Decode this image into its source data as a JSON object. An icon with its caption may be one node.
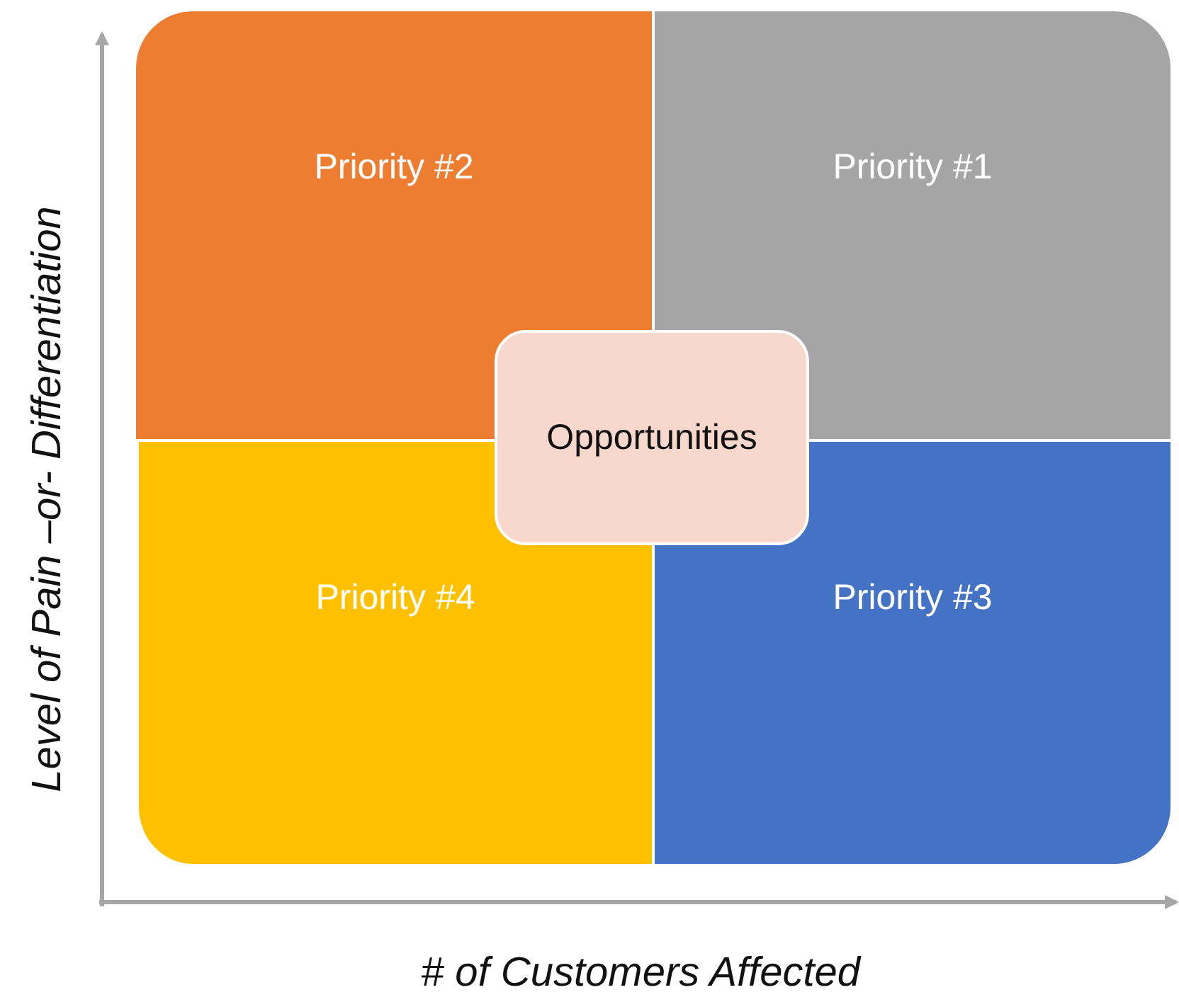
{
  "diagram": {
    "nodes": [
      {
        "text": [
          "Priority #2"
        ]
      },
      {
        "text": [
          "Priority #1"
        ]
      },
      {
        "text": [
          "Opportunities"
        ]
      },
      {
        "text": [
          "Priority #4"
        ]
      },
      {
        "text": [
          "Priority #3"
        ]
      }
    ],
    "labels": [
      "Level of Pain –or- Differentiation",
      "# of Customers Affected"
    ]
  }
}
